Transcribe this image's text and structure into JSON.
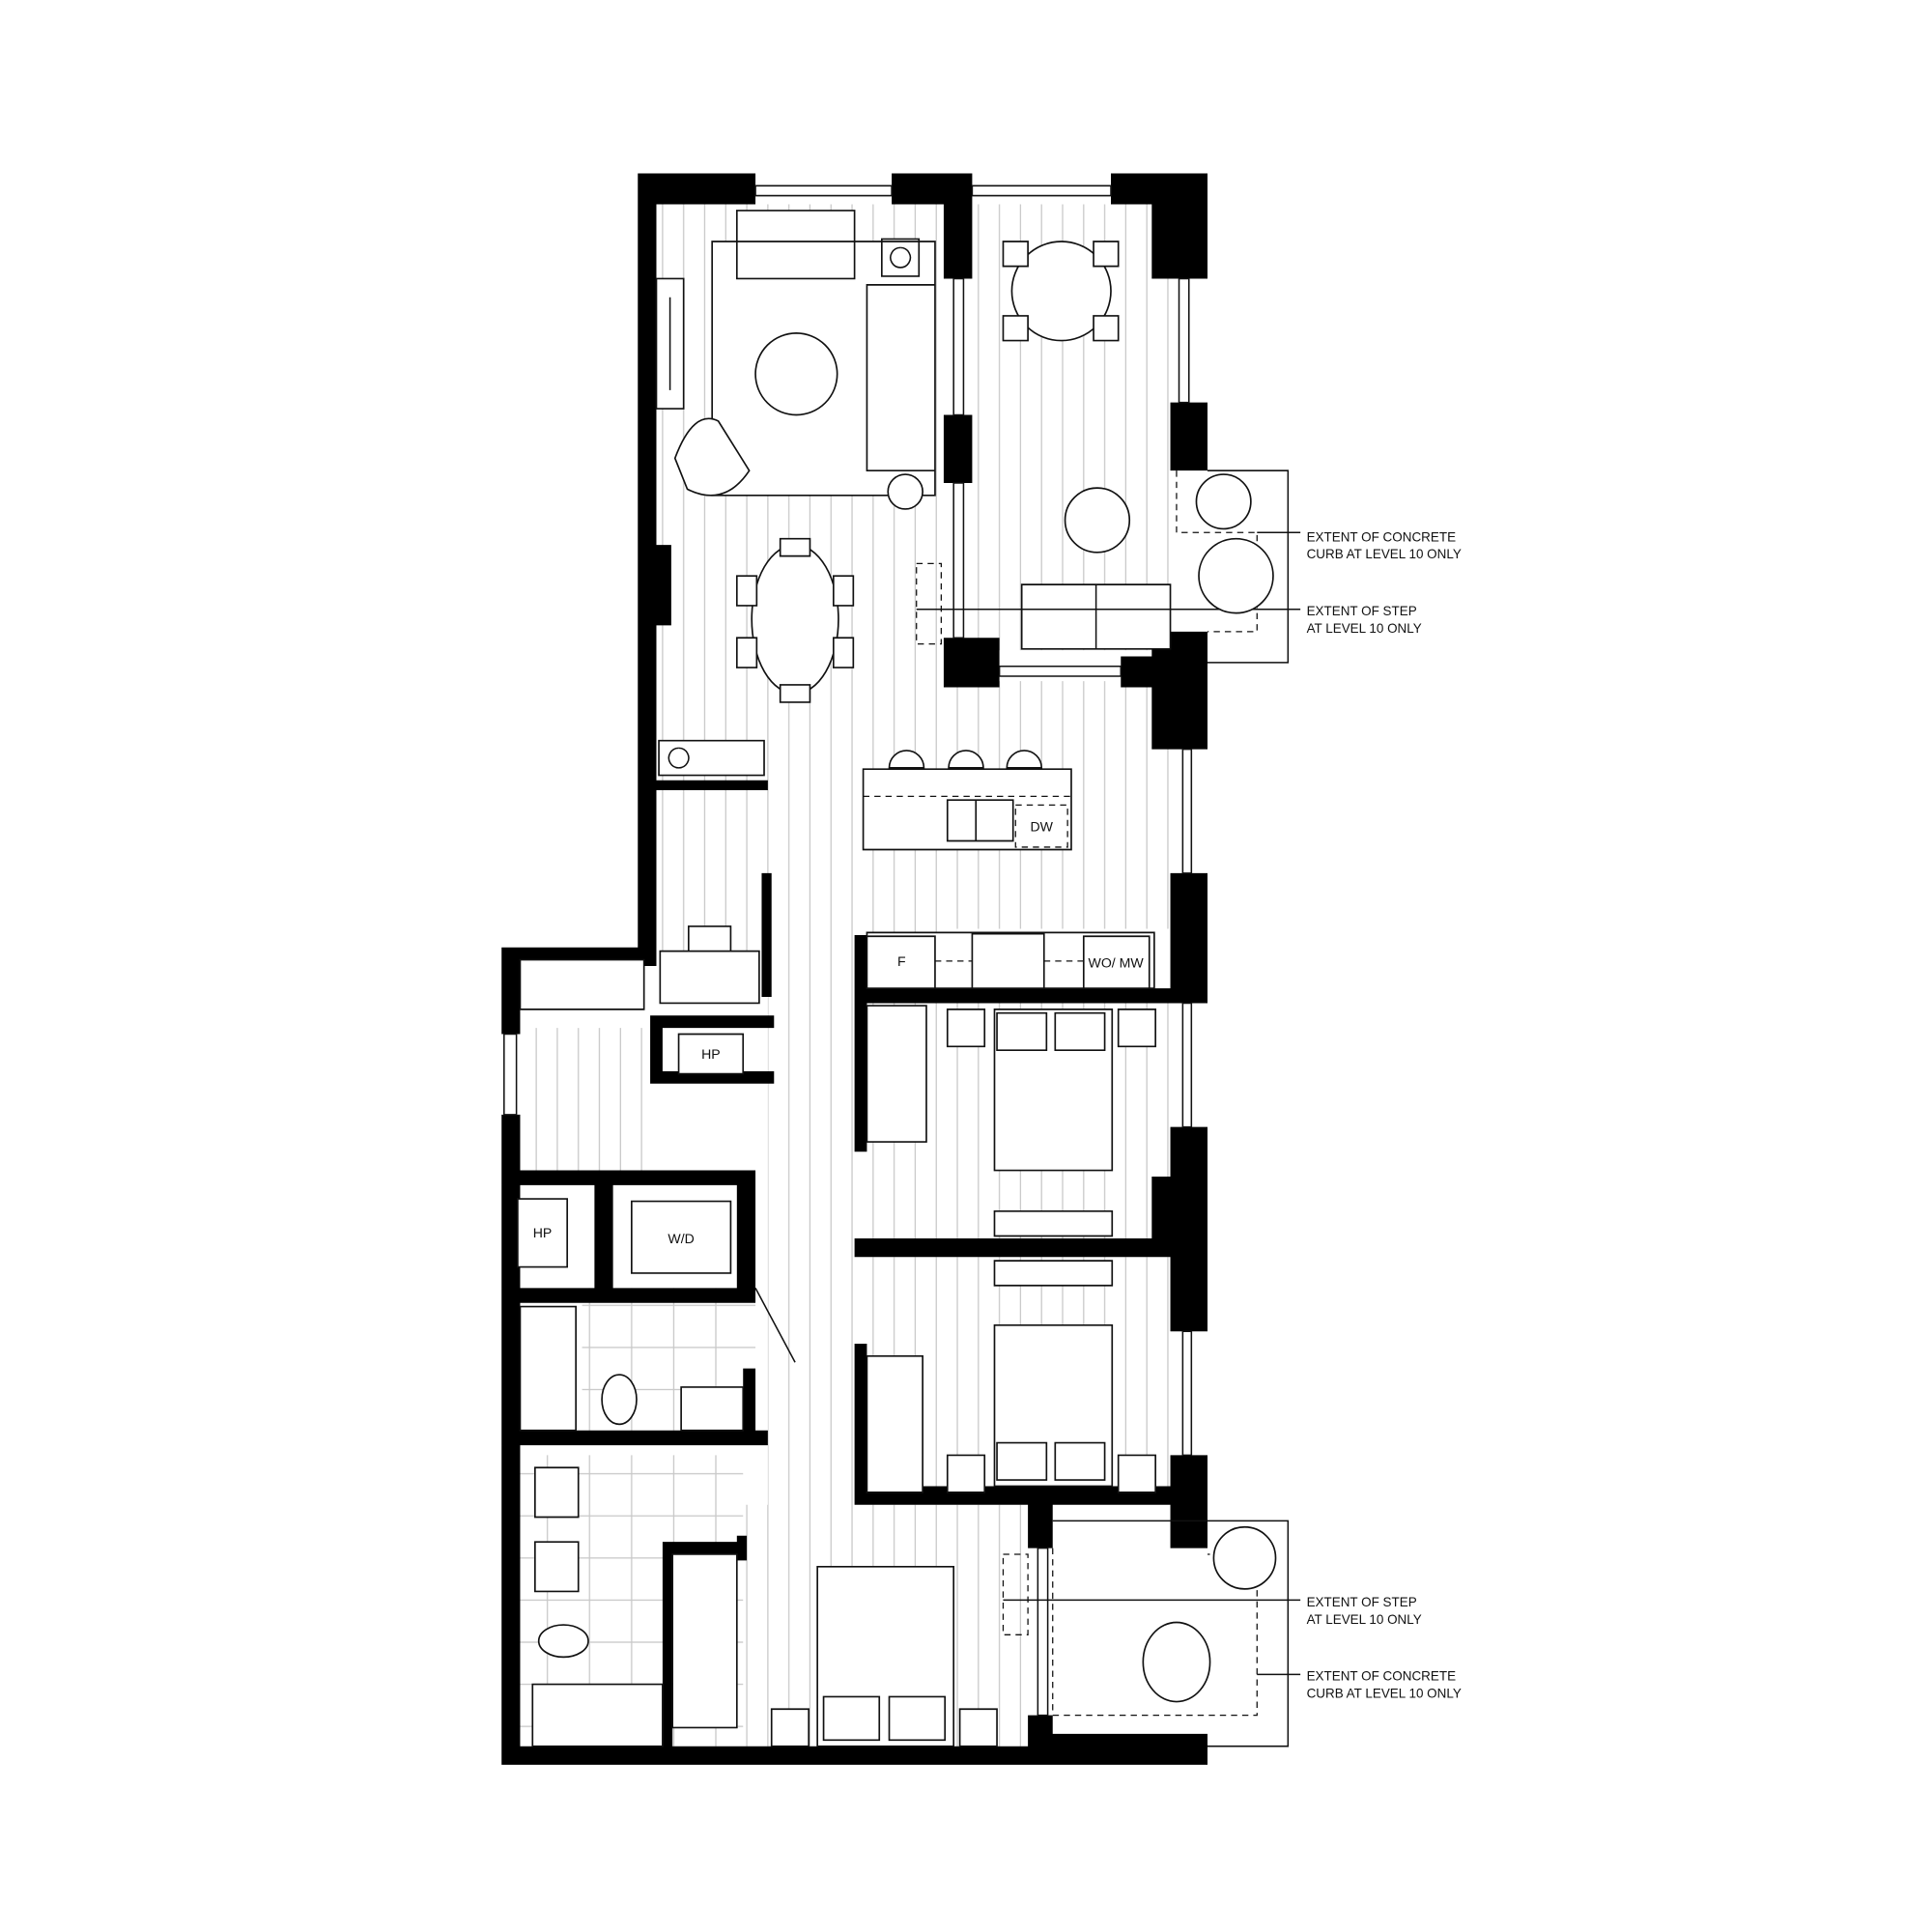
{
  "rooms": {
    "heat_pump_1": "HP",
    "heat_pump_2": "HP",
    "washer_dryer": "W/D",
    "fridge": "F",
    "dishwasher": "DW",
    "wall_oven_microwave": "WO/ MW"
  },
  "notes": {
    "upper_curb_line1": "EXTENT OF CONCRETE",
    "upper_curb_line2": "CURB AT LEVEL 10 ONLY",
    "upper_step_line1": "EXTENT OF STEP",
    "upper_step_line2": "AT LEVEL 10 ONLY",
    "lower_step_line1": "EXTENT OF STEP",
    "lower_step_line2": "AT LEVEL 10 ONLY",
    "lower_curb_line1": "EXTENT OF CONCRETE",
    "lower_curb_line2": "CURB AT LEVEL 10 ONLY"
  },
  "colors": {
    "wall": "#000000",
    "floor_line": "#c8c8c8"
  }
}
